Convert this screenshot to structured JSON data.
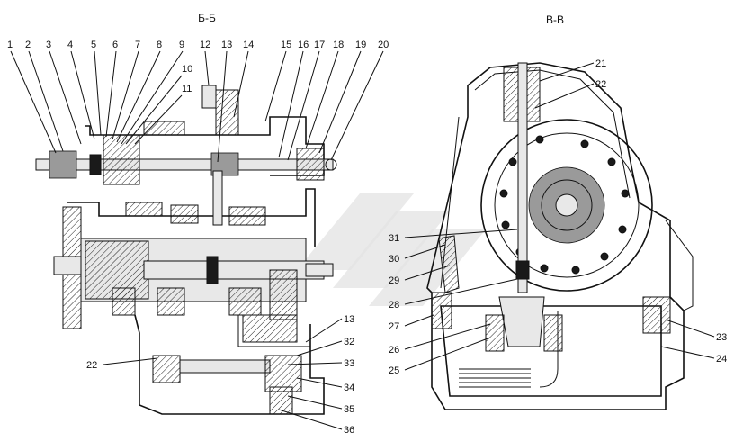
{
  "sections": {
    "left_title": "Б-Б",
    "right_title": "В-В"
  },
  "callouts_left": [
    "1",
    "2",
    "3",
    "4",
    "5",
    "6",
    "7",
    "8",
    "9",
    "10",
    "11",
    "12",
    "13",
    "14",
    "15",
    "16",
    "17",
    "18",
    "19",
    "20"
  ],
  "callouts_left_bottom": [
    "22",
    "13",
    "32",
    "33",
    "34",
    "35",
    "36"
  ],
  "callouts_right": [
    "21",
    "22",
    "31",
    "30",
    "29",
    "28",
    "27",
    "26",
    "25",
    "23",
    "24"
  ]
}
